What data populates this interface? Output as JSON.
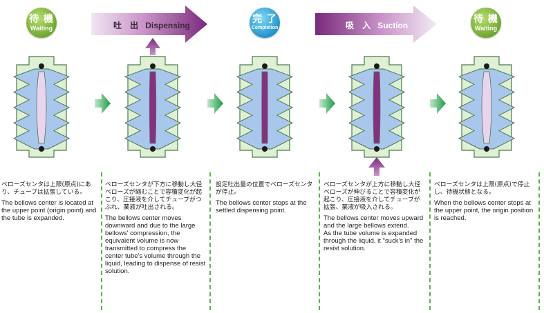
{
  "steps": [
    {
      "jp": "待 機",
      "en": "Waiting"
    },
    {
      "jp": "完 了",
      "en": "Completion"
    },
    {
      "jp": "待 機",
      "en": "Waiting"
    }
  ],
  "banners": [
    {
      "jp": "吐 出",
      "en": "Dispensing"
    },
    {
      "jp": "吸 入",
      "en": "Suction"
    }
  ],
  "descriptions": [
    {
      "jp": "ベローズセンタは上限(原点)にあり、チューブは拡張している。",
      "en": "The bellows center is located at the upper point (origin point) and the tube is expanded."
    },
    {
      "jp": "ベローズセンタが下方に移動し大径ベローズが縮むことで容積変化が起こり、圧接液を介してチューブがつぶれ、薬液が吐出される。",
      "en": "The bellows center moves downward and due to the large bellows' compression, the equivalent volume is now transmitted to compress the center tube's volume through the liquid, leading to dispense of resist solution."
    },
    {
      "jp": "設定吐出量の位置でベローズセンタが停止。",
      "en": "The bellows center stops at the settled dispensing point."
    },
    {
      "jp": "ベローズセンタが上方に移動し大径ベローズが伸びることで容積変化が起こり、圧接液を介してチューブが拡張、薬液が吸入される。",
      "en": "The bellows center moves upward and the large bellows extend.\nAs the tube volume is expanded through the liquid, it \"suck's in\" the resist solution."
    },
    {
      "jp": "ベローズセンタは上限(原点)で停止し、待機状態となる。",
      "en": "When the bellows center stops at the upper point, the origin position is reached."
    }
  ],
  "colors": {
    "body": "#dff0d4",
    "outline": "#4a7a4a",
    "bellows": "#a9c7ec",
    "tube": "#e9d4ef",
    "tube_squeezed": "#8a2e84",
    "arrow_green": "#2eaa58",
    "arrow_purple": "#8f3d8f",
    "separator": "#5ab34a"
  }
}
